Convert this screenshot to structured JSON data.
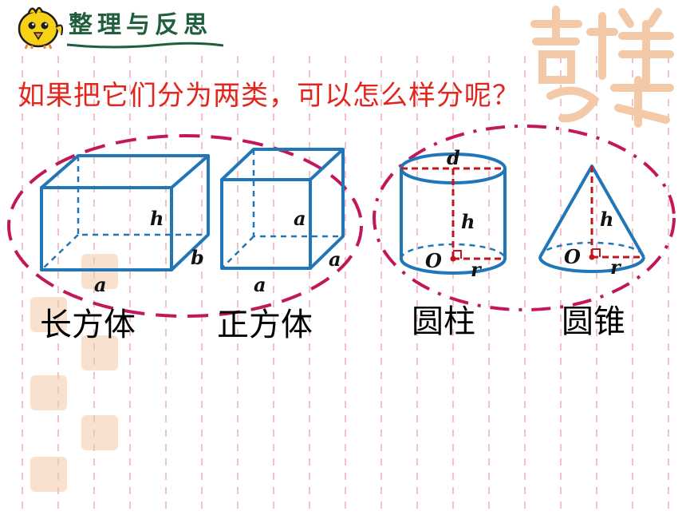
{
  "header": {
    "section_title": "整理与反思"
  },
  "question": "如果把它们分为两类，可以怎么样分呢？",
  "shapes": [
    {
      "name": "长方体",
      "labels": [
        "h",
        "b",
        "a"
      ]
    },
    {
      "name": "正方体",
      "labels": [
        "a",
        "a",
        "a"
      ]
    },
    {
      "name": "圆柱",
      "labels": [
        "d",
        "h",
        "O",
        "r"
      ]
    },
    {
      "name": "圆锥",
      "labels": [
        "h",
        "O",
        "r"
      ]
    }
  ],
  "colors": {
    "title_red": "#e2261e",
    "shape_blue": "#2176b8",
    "dashed_red": "#c0161e",
    "group_magenta": "#c2185b",
    "header_green": "#1f5f3c",
    "grid_pink": "#f2c2c9",
    "watermark": "#f3c9a8"
  },
  "icons": {
    "mascot": "chick-icon",
    "watermark": "seal-watermark-icon"
  }
}
